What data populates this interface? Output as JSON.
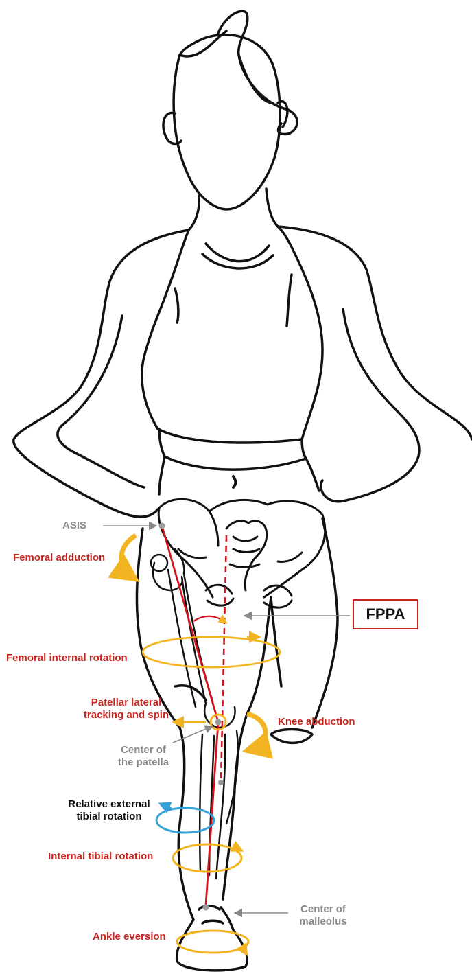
{
  "labels": {
    "asis": "ASIS",
    "femoral_adduction": "Femoral adduction",
    "fppa": "FPPA",
    "femoral_internal_rotation": "Femoral internal rotation",
    "patellar_tracking": [
      "Patellar lateral",
      "tracking and spin"
    ],
    "knee_abduction": "Knee  abduction",
    "center_patella": [
      "Center of",
      "the patella"
    ],
    "relative_external_tibial_rotation": [
      "Relative external",
      "tibial rotation"
    ],
    "internal_tibial_rotation": "Internal tibial rotation",
    "center_malleolus": [
      "Center of",
      "malleolus"
    ],
    "ankle_eversion": "Ankle eversion"
  },
  "colors": {
    "label_red": "#c8261e",
    "label_gray": "#8a8a8a",
    "label_black": "#111111",
    "rotation_arrow": "#f2b521",
    "relative_rotation_arrow": "#35a3d8",
    "axis_line": "#d4141c",
    "outline": "#111111"
  }
}
